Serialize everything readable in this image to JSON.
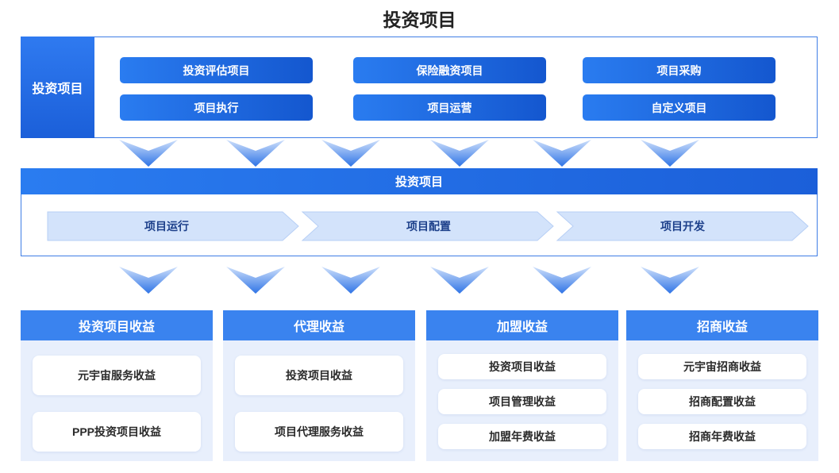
{
  "title": "投资项目",
  "top": {
    "side_label": "投资项目",
    "items": [
      "投资评估项目",
      "保险融资项目",
      "项目采购",
      "项目执行",
      "项目运营",
      "自定义项目"
    ]
  },
  "middle": {
    "header": "投资项目",
    "stages": [
      "项目运行",
      "项目配置",
      "项目开发"
    ]
  },
  "columns": [
    {
      "title": "投资项目收益",
      "items": [
        "元宇宙服务收益",
        "PPP投资项目收益"
      ]
    },
    {
      "title": "代理收益",
      "items": [
        "投资项目收益",
        "项目代理服务收益"
      ]
    },
    {
      "title": "加盟收益",
      "items": [
        "投资项目收益",
        "项目管理收益",
        "加盟年费收益"
      ]
    },
    {
      "title": "招商收益",
      "items": [
        "元宇宙招商收益",
        "招商配置收益",
        "招商年费收益"
      ]
    }
  ],
  "colors": {
    "primary": "#2a7cf0",
    "primary_dark": "#1457cf",
    "light_panel": "#e8effc",
    "chevron_fill": "#d3e3fb"
  }
}
